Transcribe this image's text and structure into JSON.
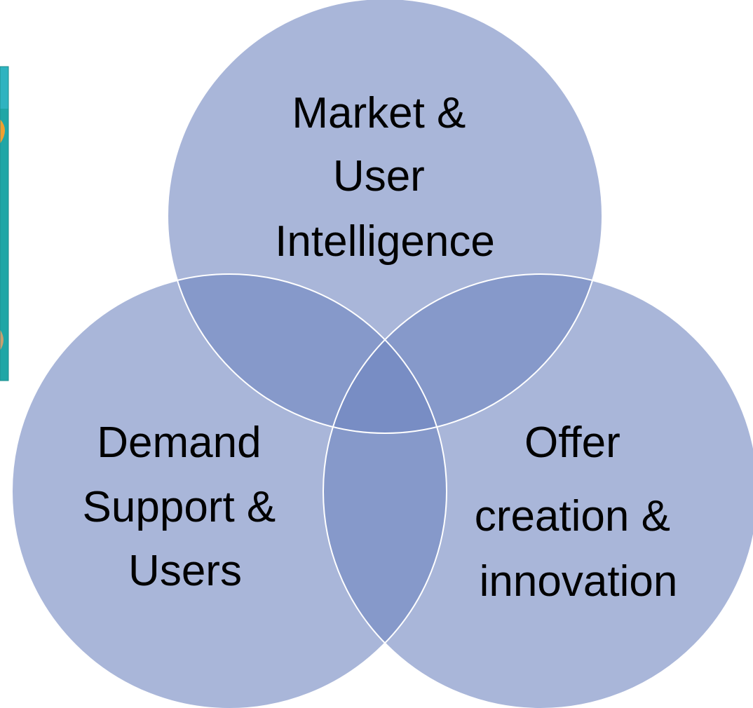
{
  "diagram": {
    "type": "venn",
    "colors": {
      "circle_fill": "#7086C0",
      "circle_outline": "#ffffff",
      "label_text": "#000000",
      "side_image_teal": "#1FA6A6",
      "side_image_orange": "#F0A030"
    },
    "circles": [
      {
        "id": "top",
        "lines": [
          "Market &",
          "User",
          "Intelligence"
        ]
      },
      {
        "id": "left",
        "lines": [
          "Demand",
          "Support &",
          "Users"
        ]
      },
      {
        "id": "right",
        "lines": [
          "Offer",
          "creation &",
          "innovation"
        ]
      }
    ]
  }
}
